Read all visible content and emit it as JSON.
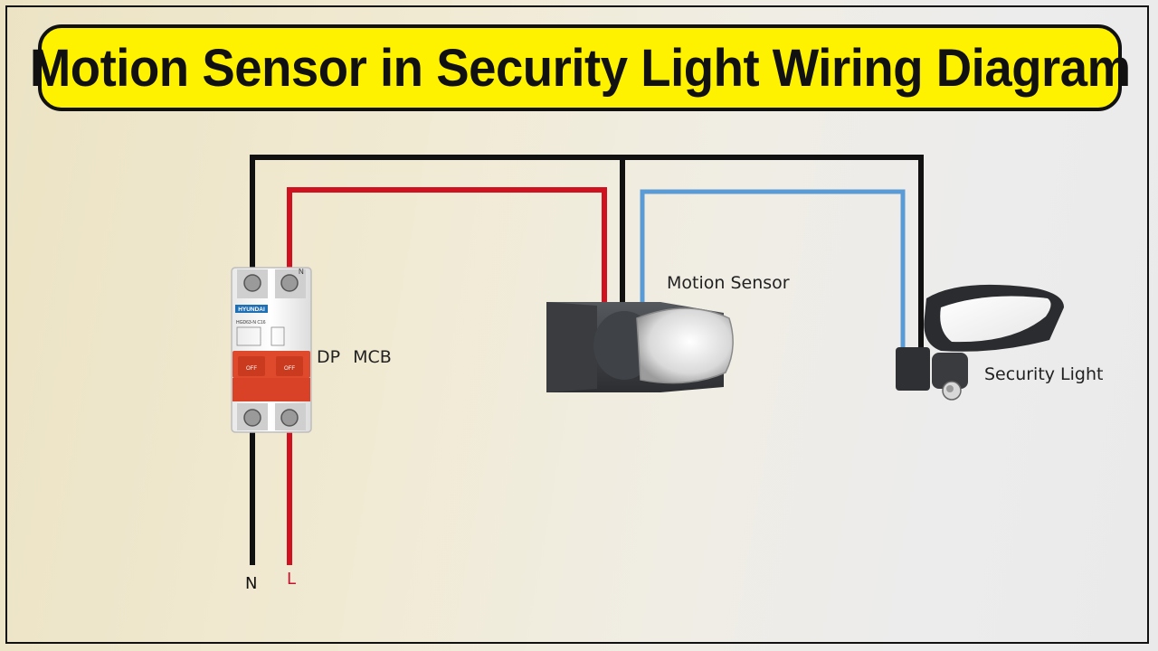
{
  "title": "Motion Sensor in Security Light Wiring Diagram",
  "labels": {
    "mcb": "DP  MCB",
    "motion_sensor": "Motion Sensor",
    "security_light": "Security Light",
    "neutral": "N",
    "live": "L"
  },
  "mcb": {
    "brand": "HYUNDAI",
    "model": "HGD63-N C16",
    "terminal_mark": "N",
    "handle_text": "OFF"
  },
  "colors": {
    "neutral_wire": "#111111",
    "live_wire": "#d0111f",
    "switched_wire": "#5b9bd5",
    "banner": "#fff200"
  }
}
